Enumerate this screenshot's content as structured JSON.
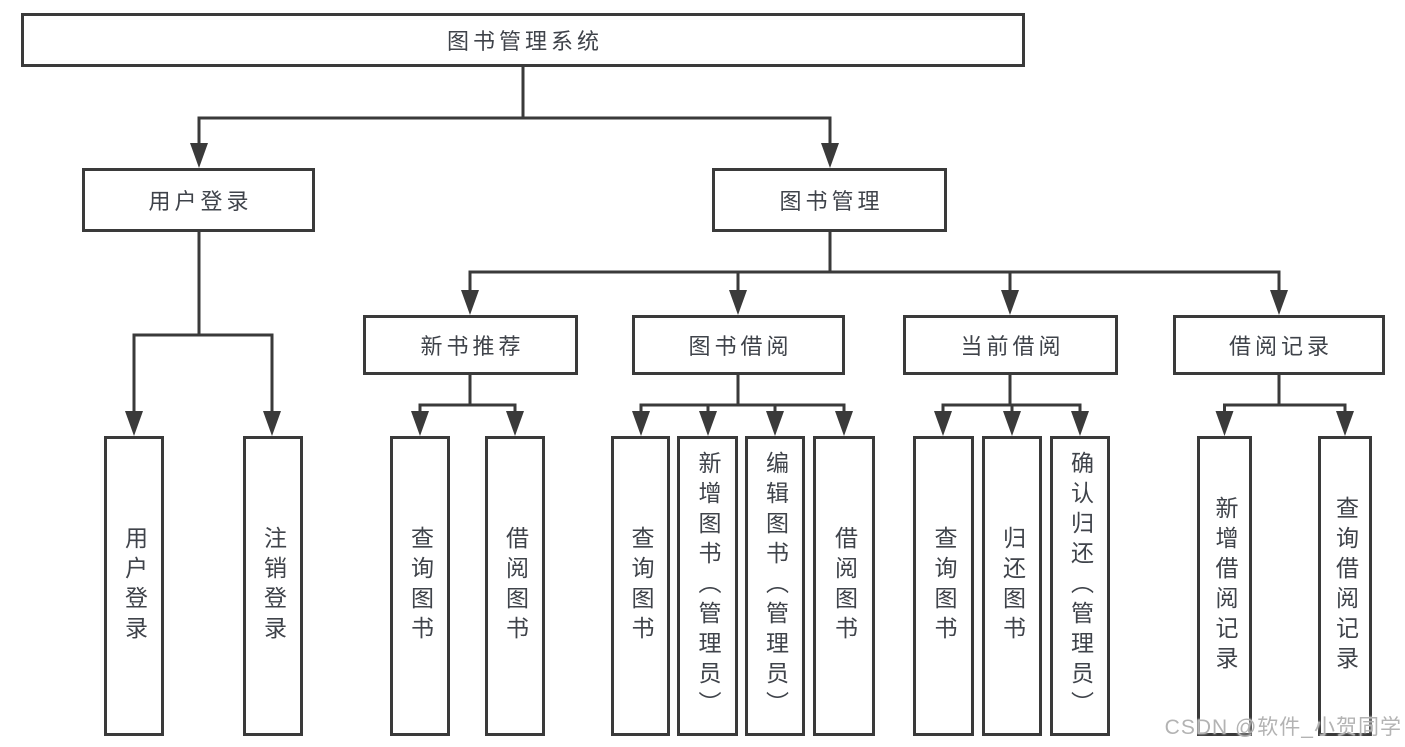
{
  "colors": {
    "line": "#3a3a3a",
    "text": "#3f434a",
    "background": "#ffffff",
    "watermark": "#b3b3b3"
  },
  "diagram": {
    "root": "图书管理系统",
    "user_login": {
      "label": "用户登录",
      "children": [
        "用户登录",
        "注销登录"
      ]
    },
    "book_management": {
      "label": "图书管理",
      "new_book_recommendation": {
        "label": "新书推荐",
        "children": [
          "查询图书",
          "借阅图书"
        ]
      },
      "book_borrowing": {
        "label": "图书借阅",
        "children": [
          "查询图书",
          "新增图书（管理员）",
          "编辑图书（管理员）",
          "借阅图书"
        ]
      },
      "current_borrowing": {
        "label": "当前借阅",
        "children": [
          "查询图书",
          "归还图书",
          "确认归还（管理员）"
        ]
      },
      "borrowing_records": {
        "label": "借阅记录",
        "children": [
          "新增借阅记录",
          "查询借阅记录"
        ]
      }
    }
  },
  "watermark": {
    "text": "CSDN @软件_小贺同学"
  }
}
